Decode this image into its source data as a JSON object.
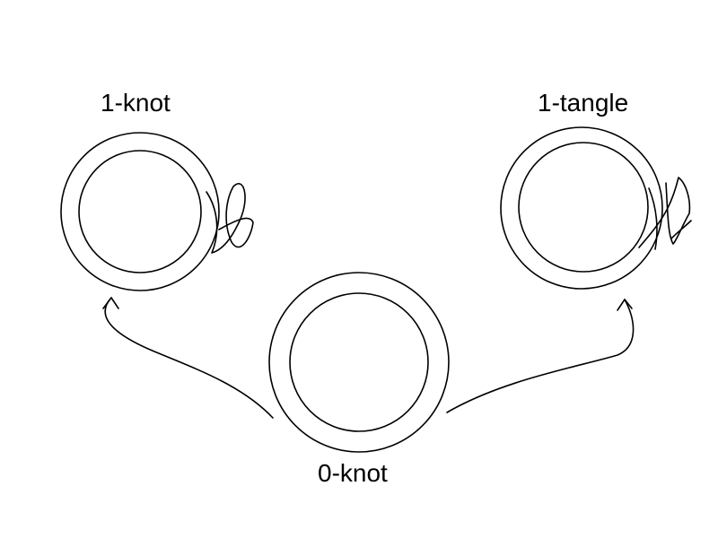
{
  "diagram": {
    "labels": {
      "one_knot": "1-knot",
      "one_tangle": "1-tangle",
      "zero_knot": "0-knot"
    },
    "colors": {
      "background": "#ffffff",
      "line": "#000000"
    }
  }
}
